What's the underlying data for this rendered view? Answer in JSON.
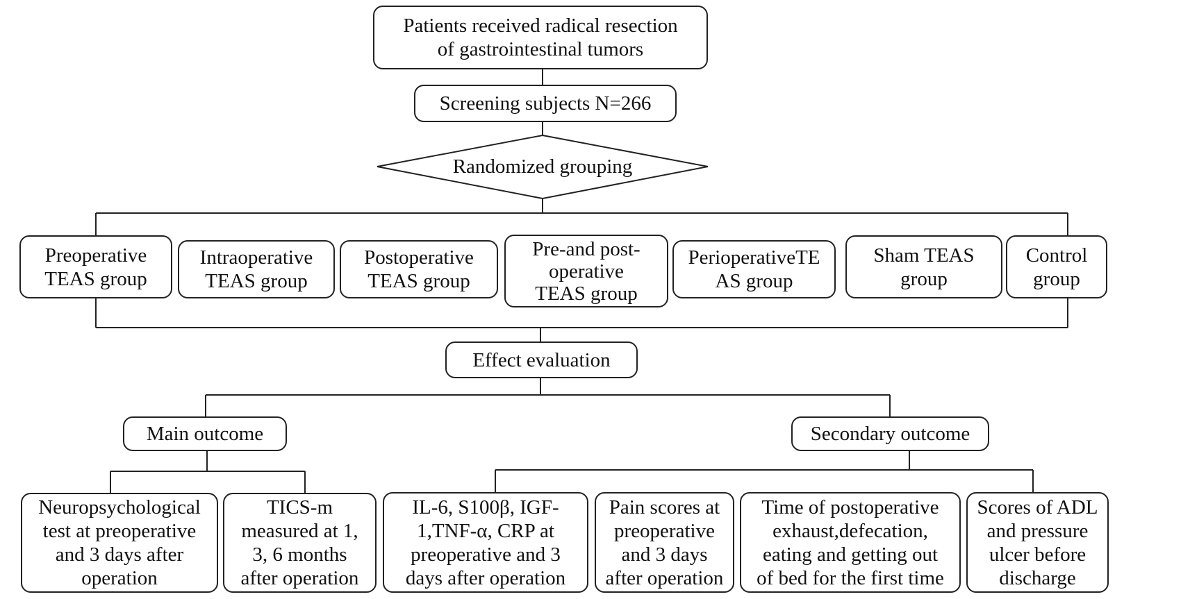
{
  "nodes": {
    "patients": "Patients received radical resection\nof gastrointestinal tumors",
    "screening": "Screening subjects N=266",
    "randomized": "Randomized grouping",
    "groups": [
      "Preoperative\nTEAS group",
      "Intraoperative\nTEAS group",
      "Postoperative\nTEAS group",
      "Pre-and post-\noperative\nTEAS group",
      "PerioperativeTE\nAS group",
      "Sham TEAS\ngroup",
      "Control\ngroup"
    ],
    "effect": "Effect evaluation",
    "main_outcome": "Main outcome",
    "secondary_outcome": "Secondary outcome",
    "main_items": [
      "Neuropsychological\ntest at preoperative\nand 3 days after\noperation",
      "TICS-m\nmeasured at 1,\n3, 6 months\nafter operation"
    ],
    "secondary_items": [
      "IL-6, S100β, IGF-\n1,TNF-α, CRP at\npreoperative and 3\ndays after operation",
      "Pain scores at\npreoperative\nand 3 days\nafter operation",
      "Time of postoperative\nexhaust,defecation,\neating and getting out\nof bed for the first time",
      "Scores of ADL\nand pressure\nulcer before\ndischarge"
    ]
  }
}
